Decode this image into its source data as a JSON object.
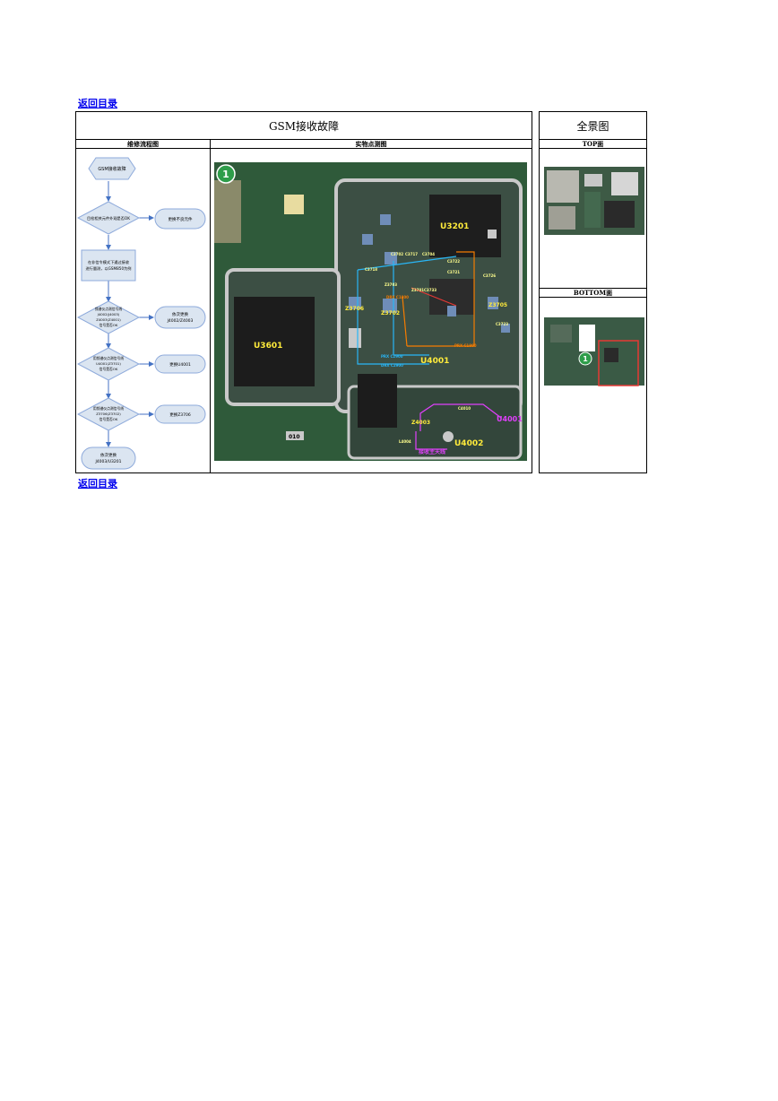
{
  "nav": {
    "back_top": "返回目录",
    "back_bottom": "返回目录"
  },
  "table": {
    "title": "GSM接收故障",
    "panorama_title": "全景图",
    "col_flow": "维修流程图",
    "col_photo": "实物点测图",
    "col_top": "TOP面",
    "col_bottom": "BOTTOM面"
  },
  "flow": {
    "start": "GSM接收故障",
    "step1": [
      "目检相关元件外观是否OK"
    ],
    "step1_action": "更换不良元件",
    "step2": [
      "在非信令模式下通过接收",
      "进行量测，以GSM850为例"
    ],
    "step3": [
      "频谱仪点测信号线",
      "J4002(J4003)",
      "Z4003(Z4001)",
      "信号是否OK"
    ],
    "step3_action": [
      "依次更换",
      "J4002/Z4003"
    ],
    "step4": [
      "用频谱仪点测信号线",
      "U4001(Z3701)",
      "信号是否OK"
    ],
    "step4_action": "更换U4001",
    "step5": [
      "用频谱仪点测信号线",
      "Z3706(Z3702)",
      "信号是否OK"
    ],
    "step5_action": "更换Z3706",
    "end": [
      "依次更换",
      "J4003/U3201"
    ]
  },
  "photo": {
    "badge": "1",
    "chips": [
      "U3201",
      "U3601",
      "U4001",
      "U4002",
      "U4001",
      "Z3706",
      "Z3702",
      "Z3705",
      "Z4003"
    ],
    "labels": [
      "C3702",
      "C3704",
      "C3717",
      "C3718",
      "C3721",
      "C3722",
      "C3726",
      "PRX C2900",
      "PRX C1800",
      "DRX C2900",
      "DRX C1800",
      "L4004",
      "C4010",
      "Z3701",
      "C3723",
      "C3733",
      "Z3703",
      "010"
    ],
    "signal": "接收主天线"
  },
  "colors": {
    "link": "#0000ee",
    "flow_box": "#dbe5f1",
    "flow_border": "#8eaadb",
    "board": "#2f5a3a",
    "trace_cyan": "#29b6f6",
    "trace_orange": "#f57c00",
    "trace_magenta": "#e040fb",
    "trace_red": "#e53935",
    "chip_text": "#ffeb3b"
  }
}
